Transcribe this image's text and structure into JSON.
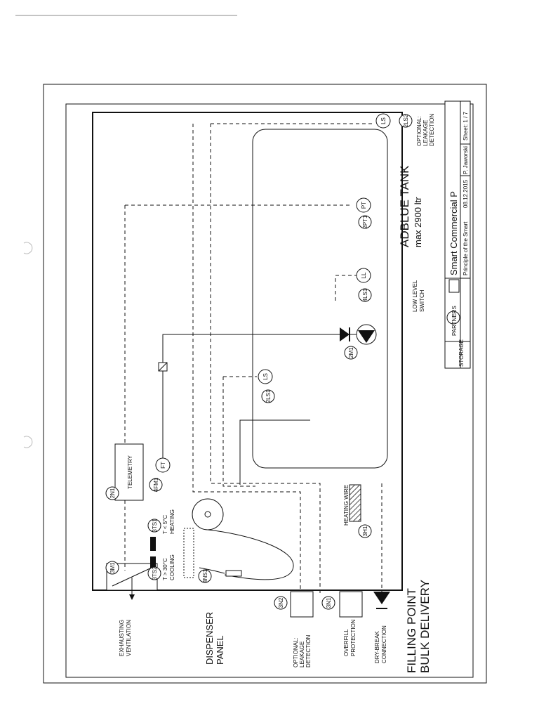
{
  "labels": {
    "exhausting_ventilation": [
      "EXHAUSTING",
      "VENTILATION"
    ],
    "dispenser_panel": [
      "DISPENSER",
      "PANEL"
    ],
    "optional_leakage_bottom": [
      "OPTIONAL:",
      "LEAKAGE",
      "DETECTION"
    ],
    "overfill_protection": [
      "OVERFILL",
      "PROTECTION"
    ],
    "dry_break": [
      "DRY-BREAK",
      "CONNECTION"
    ],
    "filling_point": [
      "FILLING POINT",
      "BULK DELIVERY"
    ],
    "cooling": [
      "T > 30°C",
      "COOLING"
    ],
    "heating": [
      "T < 5°C",
      "HEATING"
    ],
    "heating_wire": "HEATING WIRE",
    "telemetry": "TELEMETRY",
    "low_level_switch": [
      "LOW LEVEL",
      "SWITCH"
    ],
    "tank_title": [
      "ADBLUE TANK",
      "max 2900 ltr"
    ],
    "optional_leakage_top": [
      "OPTIONAL:",
      "LEAKAGE",
      "DETECTION"
    ]
  },
  "tags": {
    "m3": "3M1",
    "ts2": "3TS2",
    "ts1": "3TS1",
    "ns1": "4NS1",
    "fm1": "4FM1",
    "n1": "2N1",
    "h1": "3H1",
    "n2": "3N2",
    "n1b": "3N1",
    "ls1": "2LS1",
    "m1": "2M1",
    "ls4": "4LS1",
    "pt1": "2PT1",
    "ls2": "2LS2"
  },
  "symbols": {
    "ft": "FT",
    "ls_mid": "LS",
    "ll": "LL",
    "pt": "PT",
    "ls_top": "LS"
  },
  "title_block": {
    "storage": "STORAGE",
    "partners": "PARTNERS",
    "project": "Smart Commercial P",
    "subtitle": "Principle of the Smart",
    "date": "08.12.2015",
    "author": "P. Jaworski",
    "sheet": "Sheet: 1 / 7"
  }
}
